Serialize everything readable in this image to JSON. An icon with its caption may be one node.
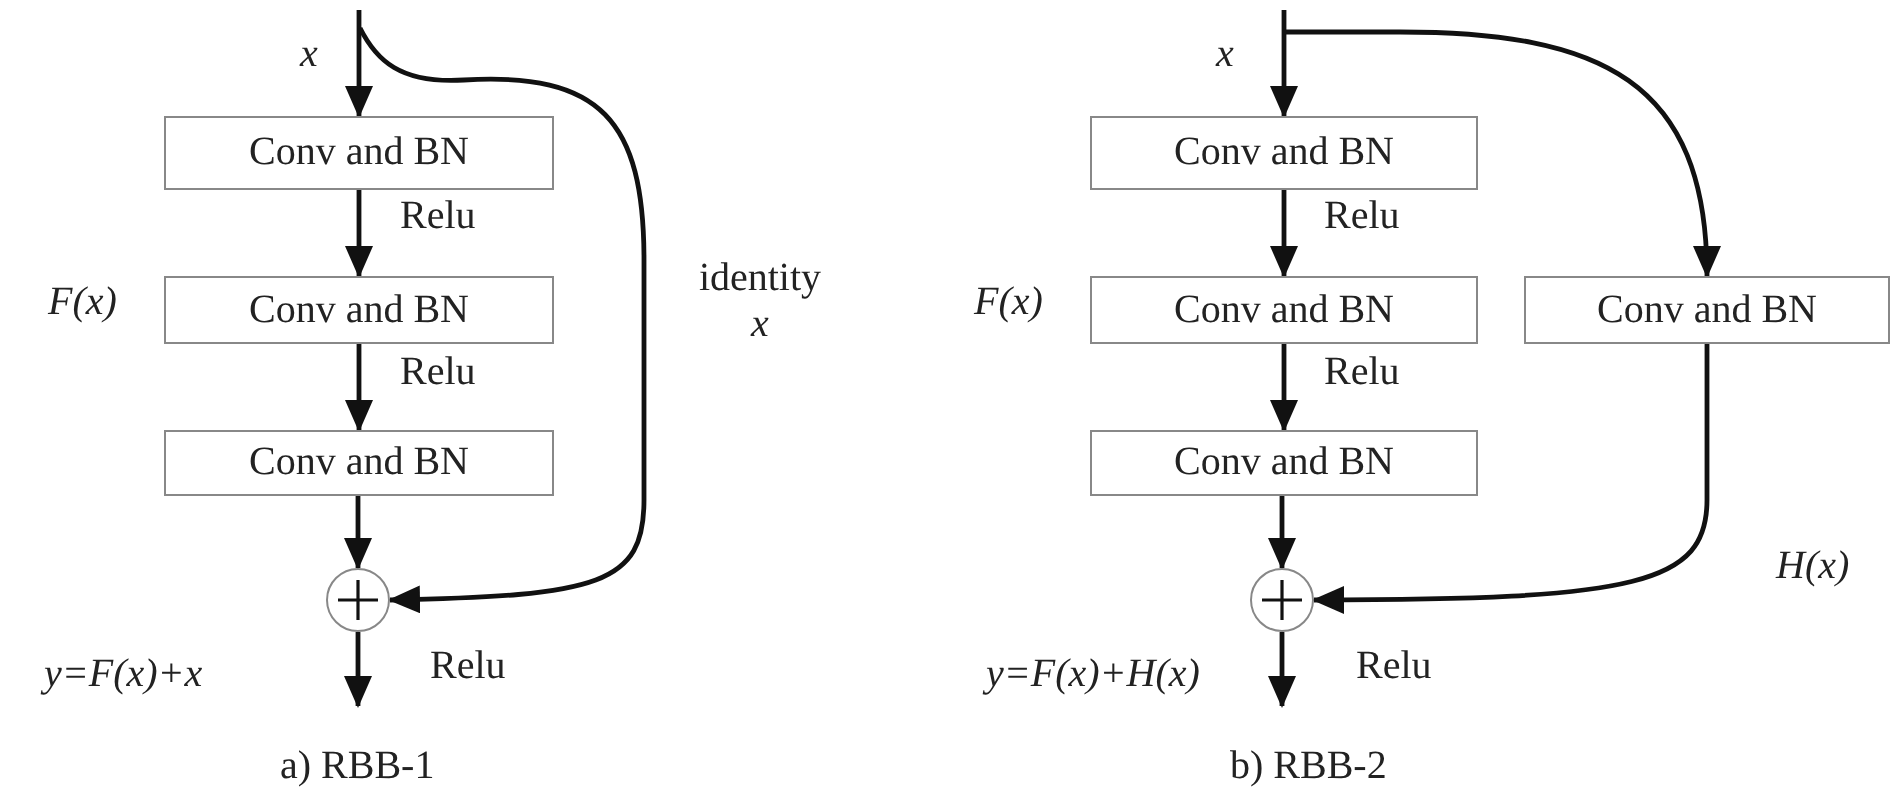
{
  "diagram": {
    "nodes": [
      {
        "text": [
          "Conv and BN"
        ]
      },
      {
        "text": [
          "Conv and BN"
        ]
      },
      {
        "text": [
          "Conv and BN"
        ]
      },
      {
        "text": [],
        "shape": "circle"
      },
      {
        "text": [
          "Conv and BN"
        ]
      },
      {
        "text": [
          "Conv and BN"
        ]
      },
      {
        "text": [
          "Conv and BN"
        ]
      },
      {
        "text": [
          "Conv and BN"
        ]
      },
      {
        "text": [],
        "shape": "circle"
      }
    ],
    "edges": [
      {
        "from": null,
        "to": 0,
        "arrow": "to",
        "label": "x"
      },
      {
        "from": 0,
        "to": 1,
        "arrow": "to",
        "label": "Relu"
      },
      {
        "from": 1,
        "to": 2,
        "arrow": "to",
        "label": "Relu"
      },
      {
        "from": 2,
        "to": 3,
        "arrow": "to"
      },
      {
        "from": 3,
        "to": null,
        "arrow": "to",
        "label": "Relu"
      },
      {
        "from": null,
        "to": 3,
        "arrow": "to",
        "label": "identity *x*"
      },
      {
        "from": null,
        "to": 4,
        "arrow": "to",
        "label": "x"
      },
      {
        "from": 4,
        "to": 5,
        "arrow": "to",
        "label": "Relu"
      },
      {
        "from": 5,
        "to": 6,
        "arrow": "to",
        "label": "Relu"
      },
      {
        "from": 6,
        "to": 8,
        "arrow": "to"
      },
      {
        "from": 8,
        "to": null,
        "arrow": "to",
        "label": "Relu"
      },
      {
        "from": null,
        "to": 7,
        "arrow": "to"
      },
      {
        "from": 7,
        "to": 8,
        "arrow": "to",
        "label": "H(x)"
      }
    ],
    "labels": [
      "F(x)",
      "y=F(x)+x",
      "a) RBB-1",
      "F(x)",
      "y=F(x)+H(x)",
      "b) RBB-2"
    ]
  }
}
